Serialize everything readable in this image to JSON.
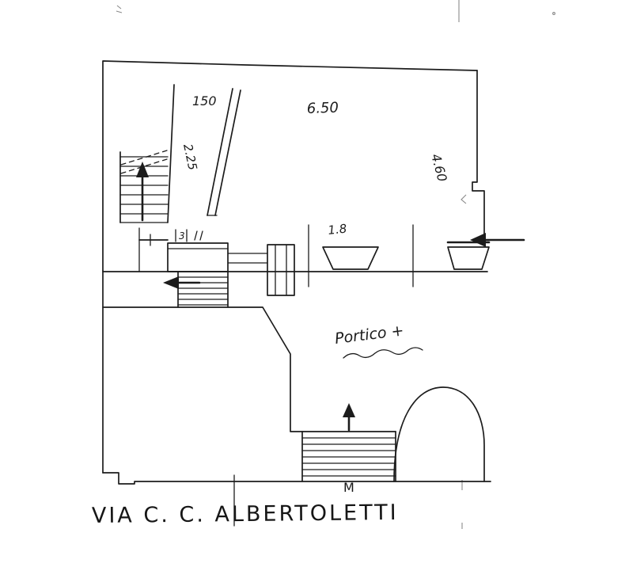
{
  "colors": {
    "ink": "#1c1c1c",
    "paper": "#ffffff",
    "faint_marks": "#8a8a8a"
  },
  "plan": {
    "annotations": {
      "dim_stair_top": "150",
      "dim_stair_side": "2.25",
      "dim_hall_top": "6.50",
      "dim_right_wall": "4.60",
      "dim_pillar": "1.8",
      "dim_small": "3",
      "room_label": "Portico +",
      "entrance_label": "M"
    },
    "street_label": "VIA  C. C.  ALBERTOLETTI"
  }
}
